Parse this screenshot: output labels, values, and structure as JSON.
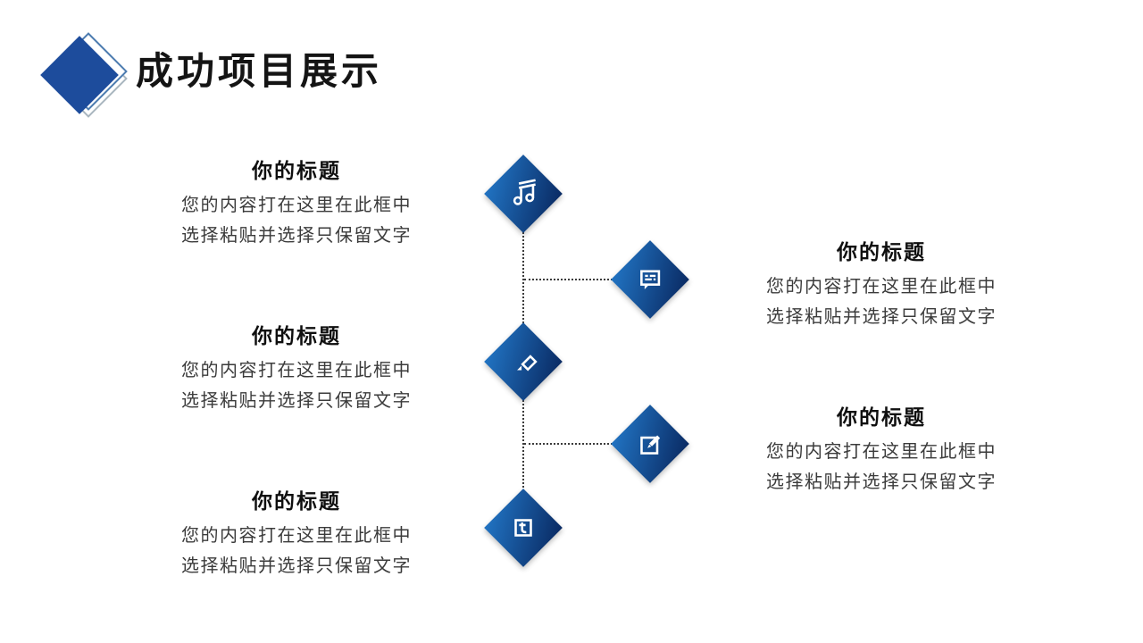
{
  "slide_title": "成功项目展示",
  "colors": {
    "diamond_front": "#1d4c9c",
    "grad_light": "#2173c2",
    "grad_dark": "#0a2b64",
    "line_color": "#3c3c3c",
    "title_color": "#141414",
    "heading_color": "#0f0f0f",
    "body_color": "#3b3b3b",
    "logo_outline_blue": "#4d7cb0",
    "logo_outline_silver": "#a9b6bf"
  },
  "timeline": {
    "nodes": [
      {
        "icon": "music-notes"
      },
      {
        "icon": "chat-message"
      },
      {
        "icon": "pencil"
      },
      {
        "icon": "edit-compose"
      },
      {
        "icon": "letter-t"
      }
    ]
  },
  "blocks": {
    "left": [
      {
        "heading": "你的标题",
        "body_line1": "您的内容打在这里在此框中",
        "body_line2": "选择粘贴并选择只保留文字"
      },
      {
        "heading": "你的标题",
        "body_line1": "您的内容打在这里在此框中",
        "body_line2": "选择粘贴并选择只保留文字"
      },
      {
        "heading": "你的标题",
        "body_line1": "您的内容打在这里在此框中",
        "body_line2": "选择粘贴并选择只保留文字"
      }
    ],
    "right": [
      {
        "heading": "你的标题",
        "body_line1": "您的内容打在这里在此框中",
        "body_line2": "选择粘贴并选择只保留文字"
      },
      {
        "heading": "你的标题",
        "body_line1": "您的内容打在这里在此框中",
        "body_line2": "选择粘贴并选择只保留文字"
      }
    ]
  }
}
